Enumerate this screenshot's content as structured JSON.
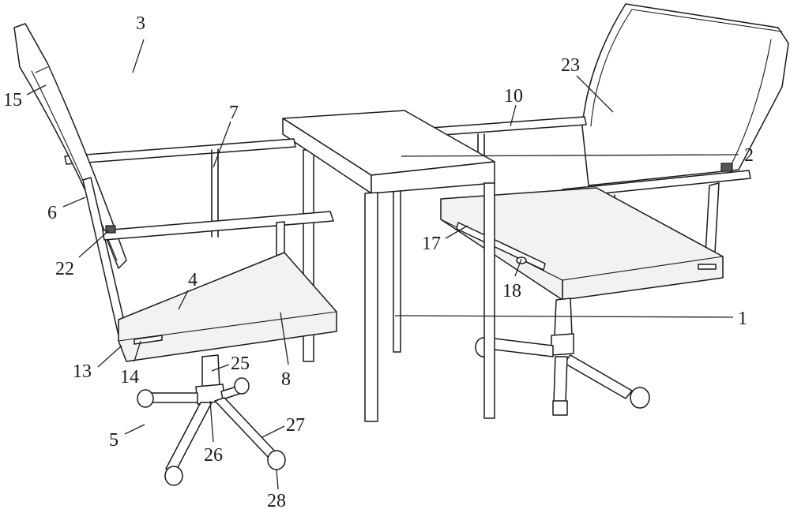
{
  "labels": [
    {
      "id": "1",
      "text": "1"
    },
    {
      "id": "2",
      "text": "2"
    },
    {
      "id": "3",
      "text": "3"
    },
    {
      "id": "4",
      "text": "4"
    },
    {
      "id": "5",
      "text": "5"
    },
    {
      "id": "6",
      "text": "6"
    },
    {
      "id": "7",
      "text": "7"
    },
    {
      "id": "8",
      "text": "8"
    },
    {
      "id": "10",
      "text": "10"
    },
    {
      "id": "13",
      "text": "13"
    },
    {
      "id": "14",
      "text": "14"
    },
    {
      "id": "15",
      "text": "15"
    },
    {
      "id": "17",
      "text": "17"
    },
    {
      "id": "18",
      "text": "18"
    },
    {
      "id": "22",
      "text": "22"
    },
    {
      "id": "23",
      "text": "23"
    },
    {
      "id": "25",
      "text": "25"
    },
    {
      "id": "26",
      "text": "26"
    },
    {
      "id": "27",
      "text": "27"
    },
    {
      "id": "28",
      "text": "28"
    }
  ]
}
